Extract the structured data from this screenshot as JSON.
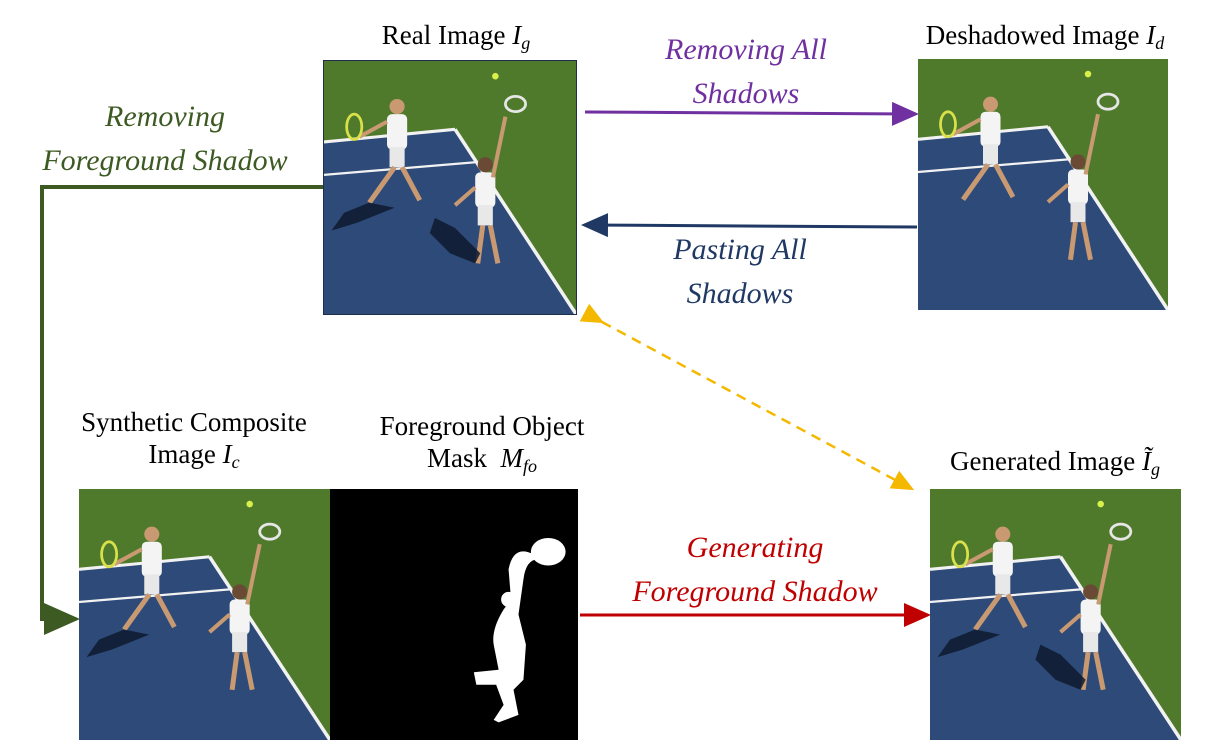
{
  "images": {
    "real": {
      "name": "Real Image",
      "symbol": "I",
      "subscript": "g"
    },
    "deshadowed": {
      "name": "Deshadowed Image",
      "symbol": "I",
      "subscript": "d"
    },
    "composite": {
      "name_line1": "Synthetic Composite",
      "name_line2": "Image",
      "symbol": "I",
      "subscript": "c"
    },
    "mask": {
      "name_line1": "Foreground Object",
      "name_line2": "Mask",
      "symbol": "M",
      "subscript": "fo"
    },
    "generated": {
      "name": "Generated Image",
      "symbol": "Ĩ",
      "subscript": "g"
    }
  },
  "arrows": {
    "remove_all": {
      "line1": "Removing All",
      "line2": "Shadows",
      "color": "#7030a0"
    },
    "paste_all": {
      "line1": "Pasting All",
      "line2": "Shadows",
      "color": "#1f3864"
    },
    "remove_fg": {
      "line1": "Removing",
      "line2": "Foreground Shadow",
      "color": "#3c5a22"
    },
    "generate_fg": {
      "line1": "Generating",
      "line2": "Foreground Shadow",
      "color": "#c00000"
    },
    "compare_color": "#f5b800"
  },
  "colors": {
    "grass": "#4f7a2c",
    "court": "#2d4a78",
    "court_line": "#f2f2f2",
    "mask_bg": "#000000",
    "mask_fg": "#ffffff"
  }
}
